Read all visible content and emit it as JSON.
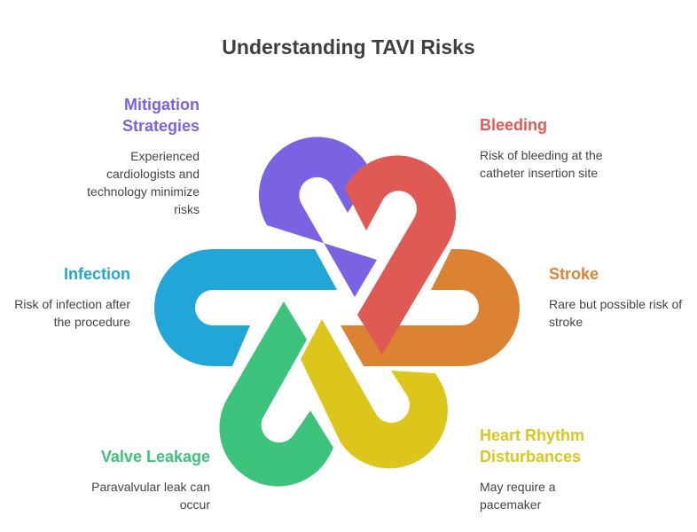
{
  "title": "Understanding TAVI Risks",
  "colors": {
    "mitigation": "#7B62E3",
    "bleeding": "#E05A55",
    "stroke": "#DC8233",
    "heart": "#DCC61C",
    "valve": "#3EC37C",
    "infection": "#22A6D8"
  },
  "items": {
    "mitigation": {
      "heading_lines": [
        "Mitigation",
        "Strategies"
      ],
      "desc_lines": [
        "Experienced",
        "cardiologists and",
        "technology minimize",
        "risks"
      ]
    },
    "bleeding": {
      "heading_lines": [
        "Bleeding"
      ],
      "desc_lines": [
        "Risk of bleeding at the",
        "catheter insertion site"
      ]
    },
    "infection": {
      "heading_lines": [
        "Infection"
      ],
      "desc_lines": [
        "Risk of infection after",
        "the procedure"
      ]
    },
    "stroke": {
      "heading_lines": [
        "Stroke"
      ],
      "desc_lines": [
        "Rare but possible risk of",
        "stroke"
      ]
    },
    "valve": {
      "heading_lines": [
        "Valve Leakage"
      ],
      "desc_lines": [
        "Paravalvular leak can",
        "occur"
      ]
    },
    "heart": {
      "heading_lines": [
        "Heart Rhythm",
        "Disturbances"
      ],
      "desc_lines": [
        "May require a",
        "pacemaker"
      ]
    }
  }
}
